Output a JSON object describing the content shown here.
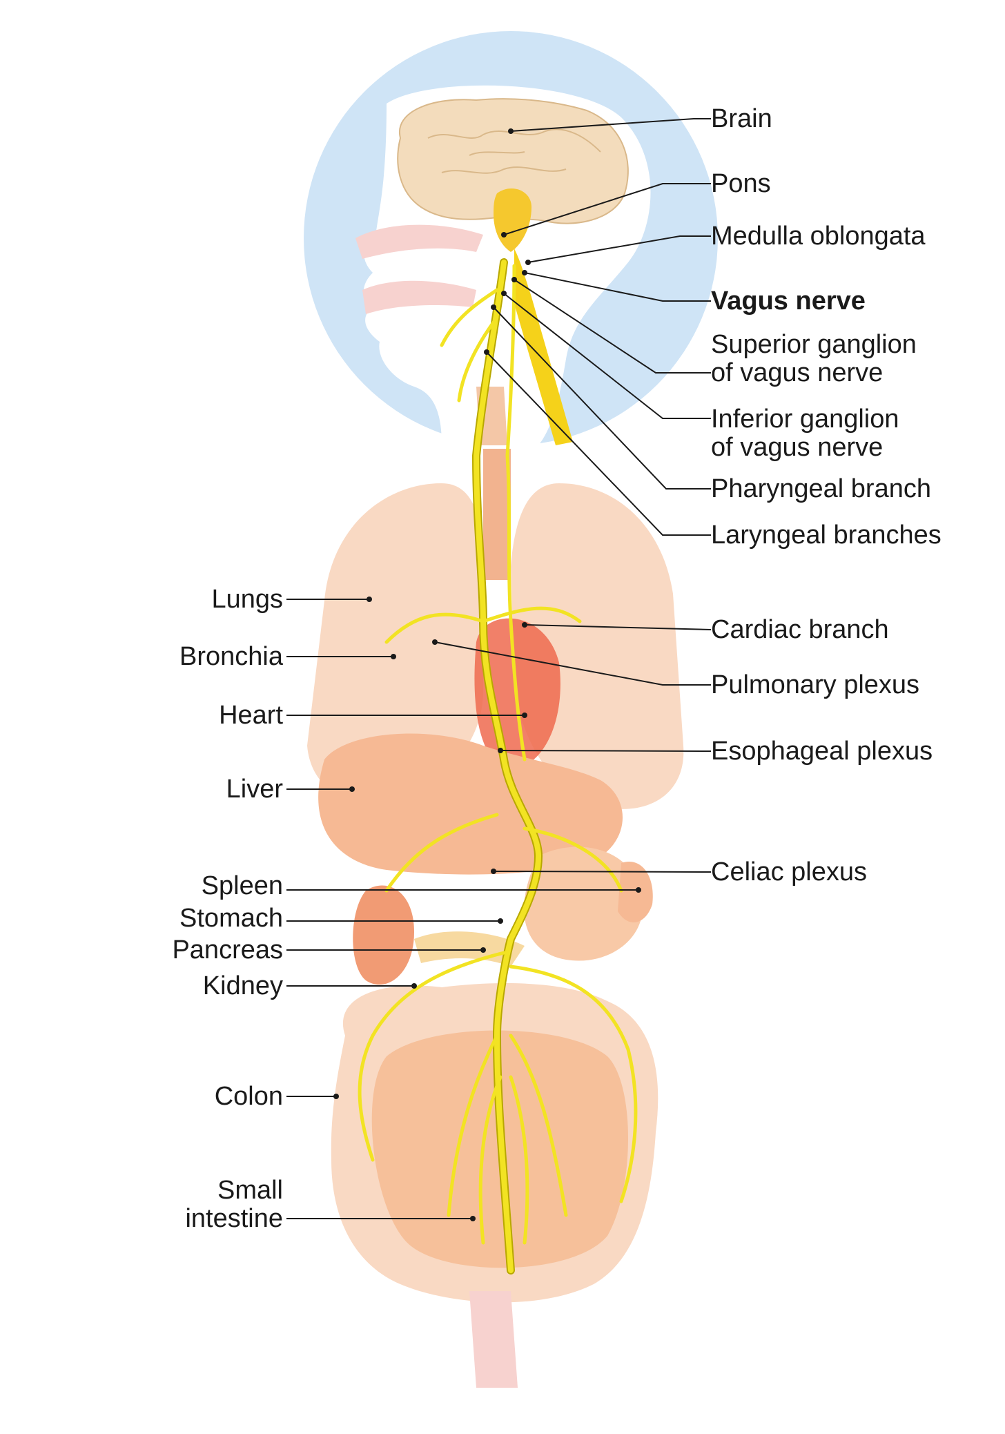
{
  "title": "",
  "labels_right": {
    "brain": "Brain",
    "pons": "Pons",
    "medulla": "Medulla oblongata",
    "vagus": "Vagus nerve",
    "superior_1": "Superior ganglion",
    "superior_2": "of vagus nerve",
    "inferior_1": "Inferior ganglion",
    "inferior_2": "of vagus nerve",
    "pharyngeal": "Pharyngeal branch",
    "laryngeal": "Laryngeal branches",
    "cardiac": "Cardiac branch",
    "pulmonary": "Pulmonary plexus",
    "esophageal": "Esophageal plexus",
    "celiac": "Celiac plexus"
  },
  "labels_left": {
    "lungs": "Lungs",
    "bronchia": "Bronchia",
    "heart": "Heart",
    "liver": "Liver",
    "spleen": "Spleen",
    "stomach": "Stomach",
    "pancreas": "Pancreas",
    "kidney": "Kidney",
    "colon": "Colon",
    "small_1": "Small",
    "small_2": "intestine"
  },
  "colors": {
    "nerve": "#f2e323",
    "head_circle": "#cfe4f6",
    "brain": "#f3dcbc",
    "organ_light": "#f9d9c3",
    "organ_mid": "#f6b994",
    "heart": "#ee6a4f"
  }
}
